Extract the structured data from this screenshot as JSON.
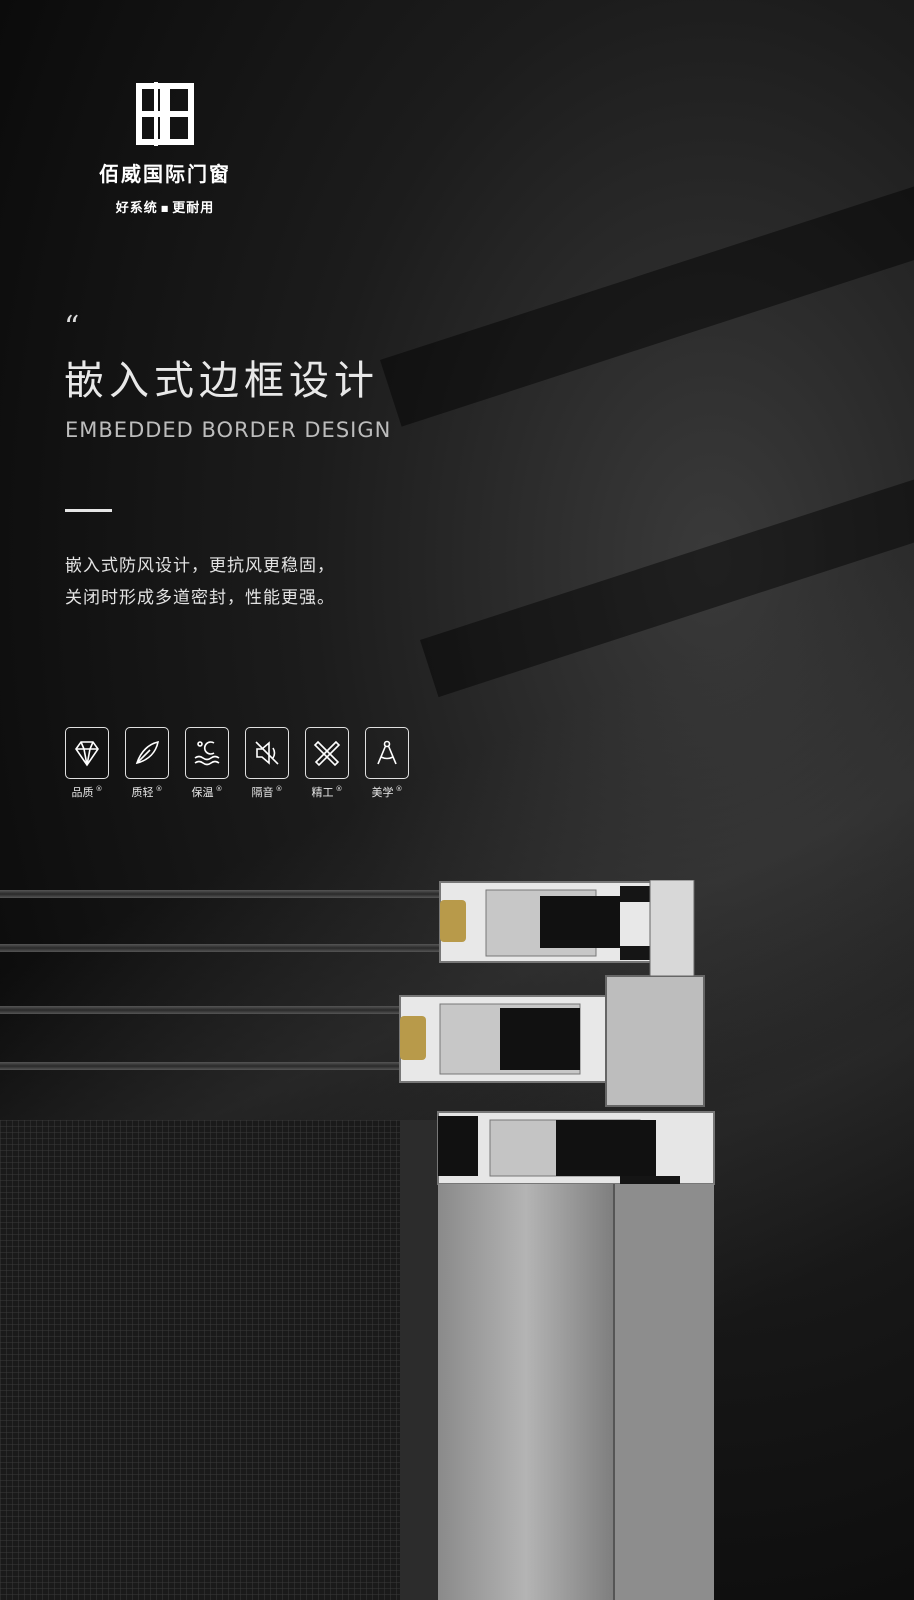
{
  "brand": {
    "name": "佰威国际门窗",
    "slogan_left": "好系统",
    "slogan_sep": "■",
    "slogan_right": "更耐用"
  },
  "headline": {
    "quote_mark": "“",
    "title": "嵌入式边框设计",
    "subtitle": "EMBEDDED BORDER DESIGN",
    "desc_line1": "嵌入式防风设计，更抗风更稳固，",
    "desc_line2": "关闭时形成多道密封，性能更强。"
  },
  "features": [
    {
      "label": "品质",
      "mark": "®",
      "icon": "diamond-icon"
    },
    {
      "label": "质轻",
      "mark": "®",
      "icon": "feather-icon"
    },
    {
      "label": "保温",
      "mark": "®",
      "icon": "thermometer-wave-icon"
    },
    {
      "label": "隔音",
      "mark": "®",
      "icon": "mute-speaker-icon"
    },
    {
      "label": "精工",
      "mark": "®",
      "icon": "tools-icon"
    },
    {
      "label": "美学",
      "mark": "®",
      "icon": "compass-icon"
    }
  ],
  "colors": {
    "background": "#0d0d0d",
    "text": "#ffffff",
    "gasket": "#b89a4a",
    "aluminum": "#9a9a9a"
  }
}
